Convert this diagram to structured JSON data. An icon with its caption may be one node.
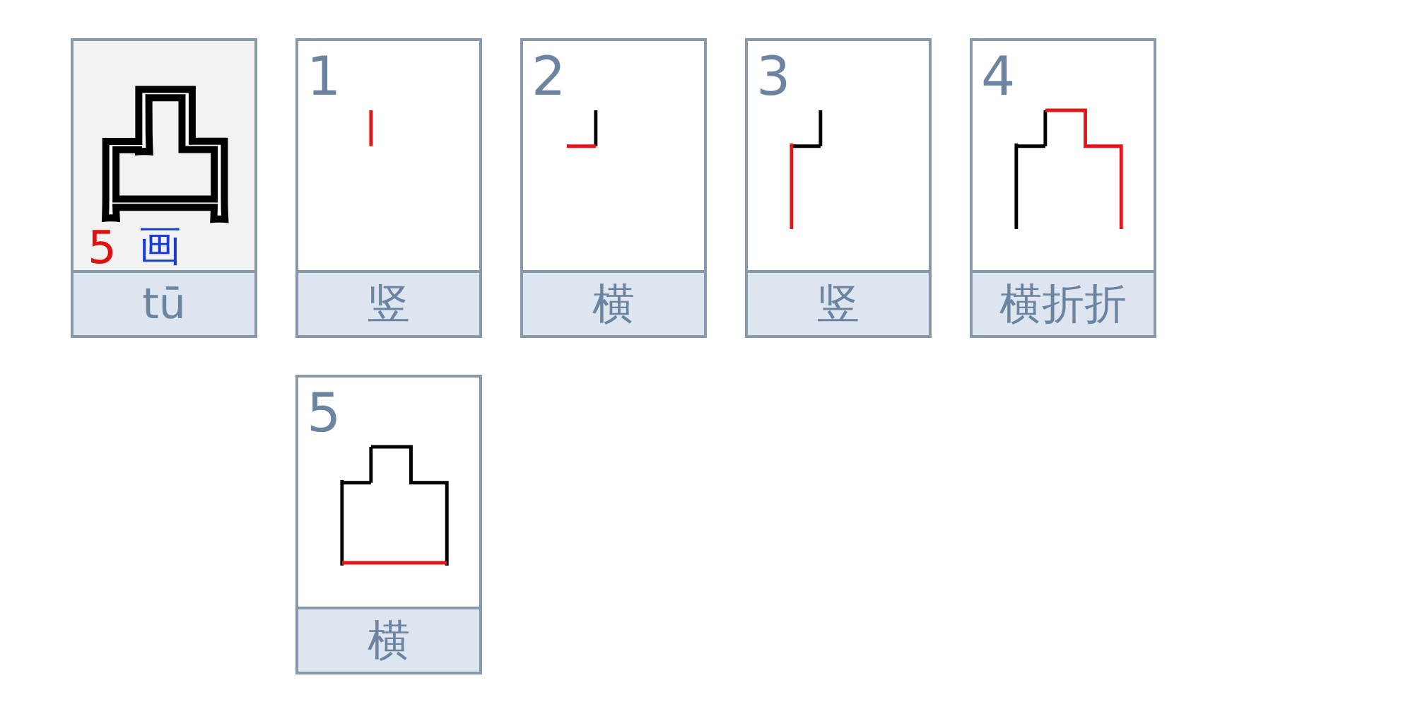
{
  "diagram": {
    "nodes": [
      {
        "text": [
          "凸",
          "5",
          "画",
          "tū"
        ]
      },
      {
        "text": [
          "1",
          "竖"
        ]
      },
      {
        "text": [
          "2",
          "横"
        ]
      },
      {
        "text": [
          "3",
          "竖"
        ]
      },
      {
        "text": [
          "4",
          "横折折"
        ]
      },
      {
        "text": [
          "5",
          "横"
        ]
      }
    ]
  }
}
